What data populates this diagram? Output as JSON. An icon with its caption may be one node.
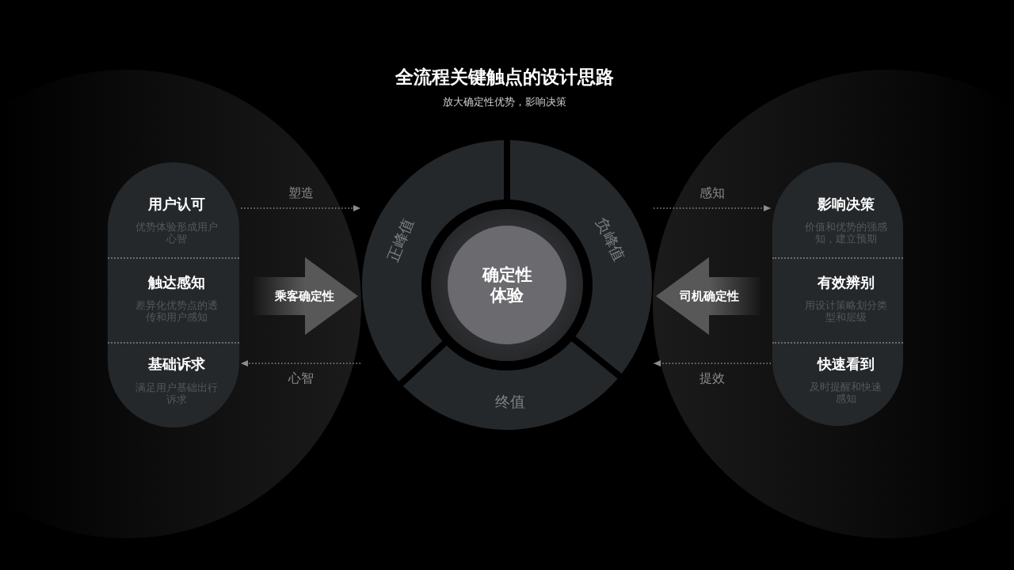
{
  "diagram": {
    "title": "全流程关键触点的设计思路",
    "nodes": [
      {
        "text": [],
        "shape": "capsule"
      },
      {
        "text": [
          "用户认可",
          "优势体验形成用户心智"
        ],
        "in": 0
      },
      {
        "text": [
          "触达感知",
          "差异化优势点的透传和用户感知"
        ],
        "in": 0
      },
      {
        "text": [
          "基础诉求",
          "满足用户基础出行诉求"
        ],
        "in": 0
      },
      {
        "text": [
          "乘客确定性"
        ]
      },
      {
        "text": [
          "正峰值"
        ]
      },
      {
        "text": [
          "负峰值"
        ]
      },
      {
        "text": [
          "确定性体验"
        ]
      },
      {
        "text": [
          "终值"
        ]
      },
      {
        "text": [
          "司机确定性"
        ]
      },
      {
        "text": [],
        "shape": "capsule"
      },
      {
        "text": [
          "影响决策",
          "价值和优势的强感知，建立预期"
        ],
        "in": 10
      },
      {
        "text": [
          "有效辨别",
          "用设计策略划分类型和层级"
        ],
        "in": 10
      },
      {
        "text": [
          "快速看到",
          "及时提醒和快速感知"
        ],
        "in": 10
      }
    ],
    "edges": [
      {
        "from": 0,
        "to": 5,
        "arrow": "to",
        "label": "塑造",
        "style": "dashed"
      },
      {
        "from": 5,
        "to": 0,
        "arrow": "to",
        "label": "心智",
        "style": "dashed"
      },
      {
        "from": 6,
        "to": 10,
        "arrow": "to",
        "label": "感知",
        "style": "dashed"
      },
      {
        "from": 10,
        "to": 6,
        "arrow": "to",
        "label": "提效",
        "style": "dashed"
      }
    ],
    "labels": [
      "放大确定性优势，影响决策"
    ]
  }
}
